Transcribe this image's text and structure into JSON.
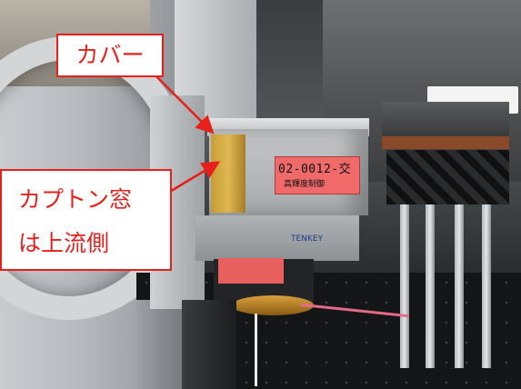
{
  "photo": {
    "description_icon": "lab-equipment-photo",
    "label_sample_id": "02-0012-交",
    "label_sample_sub": "高輝度制御",
    "brand": "TENKEY"
  },
  "annotations": {
    "cover_label": "カバー",
    "kapton_line1": "カプトン窓",
    "kapton_line2": "は上流側",
    "accent_color": "#e8201c"
  }
}
